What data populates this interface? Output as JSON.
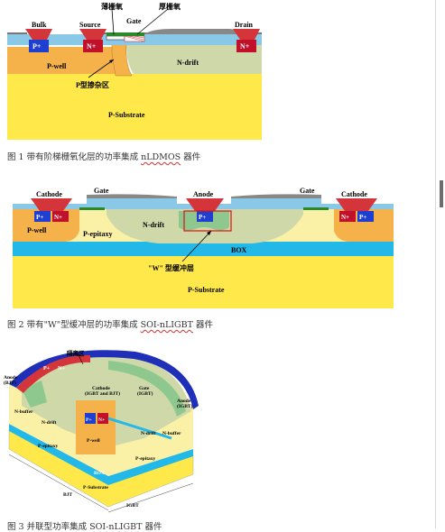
{
  "fig1": {
    "labels": {
      "bulk": "Bulk",
      "source": "Source",
      "gate": "Gate",
      "drain": "Drain",
      "thin_oxide": "薄栅氧",
      "thick_oxide": "厚栅氧",
      "p_plus": "P+",
      "n_plus_source": "N+",
      "n_plus_drain": "N+",
      "p_well": "P-well",
      "n_drift": "N-drift",
      "p_doped": "P型掺杂区",
      "p_substrate": "P-Substrate"
    },
    "caption_prefix": "图 1  带有阶梯栅氧化层的功率集成 ",
    "caption_term": "nLDMOS",
    "caption_suffix": " 器件"
  },
  "fig2": {
    "labels": {
      "cathode_left": "Cathode",
      "gate_left": "Gate",
      "anode": "Anode",
      "gate_right": "Gate",
      "cathode_right": "Cathode",
      "p_plus_left": "P+",
      "n_plus_left": "N+",
      "p_plus_anode": "P+",
      "n_plus_right": "N+",
      "p_plus_right": "P+",
      "p_well": "P-well",
      "p_epitaxy": "P-epitaxy",
      "n_drift": "N-drift",
      "box": "BOX",
      "w_buffer": "\"W\" 型缓冲层",
      "p_substrate": "P-Substrate"
    },
    "caption_prefix": "图 2  带有\"W\"型缓冲层的功率集成 ",
    "caption_term": "SOI-nLIGBT",
    "caption_suffix": " 器件"
  },
  "fig3": {
    "labels": {
      "isolation": "隔离区",
      "anode_left": "Anode",
      "anode_left_sub": "(BJT)",
      "anode_right": "Anode",
      "anode_right_sub": "(IGBT)",
      "cathode": "Cathode",
      "cathode_sub": "(IGBT and BJT)",
      "gate": "Gate",
      "gate_sub": "(IGBT)",
      "n_buffer_left": "N-buffer",
      "n_buffer_right": "N-buffer",
      "p_plus": "P+",
      "n_plus_ring": "N+",
      "n_plus": "N+",
      "p_plus_ring": "P+",
      "n_drift_left": "N-drift",
      "n_drift_right": "N-drift",
      "p_epitaxy_left": "P-epitaxy",
      "p_epitaxy_right": "P-epitaxy",
      "p_well": "P-well",
      "box": "BOX",
      "p_substrate": "P-Substrate",
      "bjt": "BJT",
      "igbt": "IGBT"
    },
    "caption_prefix": "图 3  并联型功率集成 ",
    "caption_term": "SOI-nLIGBT",
    "caption_suffix": " 器件"
  },
  "colors": {
    "substrate": "#ffe84a",
    "pwell": "#f5b24a",
    "ndrift": "#cfd8a8",
    "pepi": "#fbf1a6",
    "box": "#22b8e8",
    "oxide": "#8ac8e8",
    "metal": "#777777",
    "red_metal": "#d4353a",
    "pplus": "#1f3fd0",
    "nplus": "#c0102a"
  }
}
